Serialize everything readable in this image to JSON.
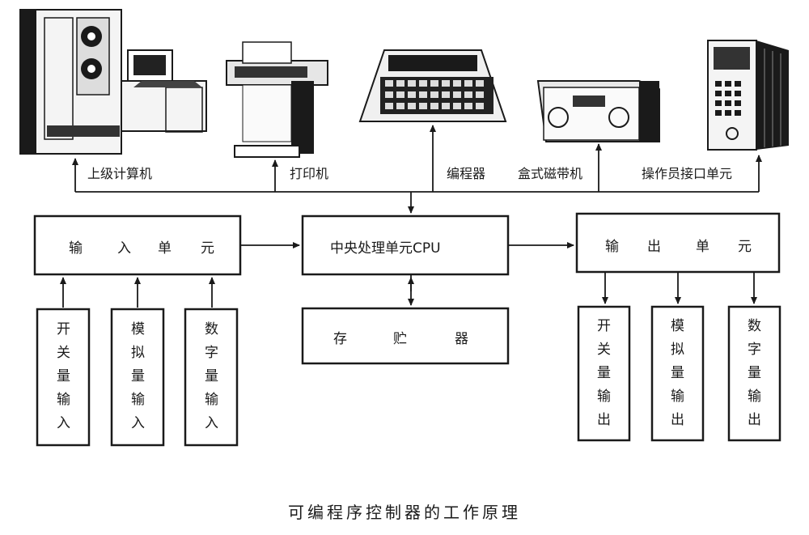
{
  "peripherals": {
    "host_computer": "上级计算机",
    "printer": "打印机",
    "programmer": "编程器",
    "cassette": "盒式磁带机",
    "operator_interface": "操作员接口单元"
  },
  "units": {
    "input": [
      "输",
      "入",
      "单",
      "元"
    ],
    "cpu": "中央处理单元CPU",
    "output": [
      "输",
      "出",
      "单",
      "元"
    ],
    "memory": [
      "存",
      "贮",
      "器"
    ]
  },
  "input_modules": [
    [
      "开",
      "关",
      "量",
      "输",
      "入"
    ],
    [
      "模",
      "拟",
      "量",
      "输",
      "入"
    ],
    [
      "数",
      "字",
      "量",
      "输",
      "入"
    ]
  ],
  "output_modules": [
    [
      "开",
      "关",
      "量",
      "输",
      "出"
    ],
    [
      "模",
      "拟",
      "量",
      "输",
      "出"
    ],
    [
      "数",
      "字",
      "量",
      "输",
      "出"
    ]
  ],
  "caption": "可编程序控制器的工作原理",
  "icons": [
    "mainframe-computer-icon",
    "printer-icon",
    "programmer-keyboard-icon",
    "cassette-tape-recorder-icon",
    "operator-panel-icon"
  ]
}
